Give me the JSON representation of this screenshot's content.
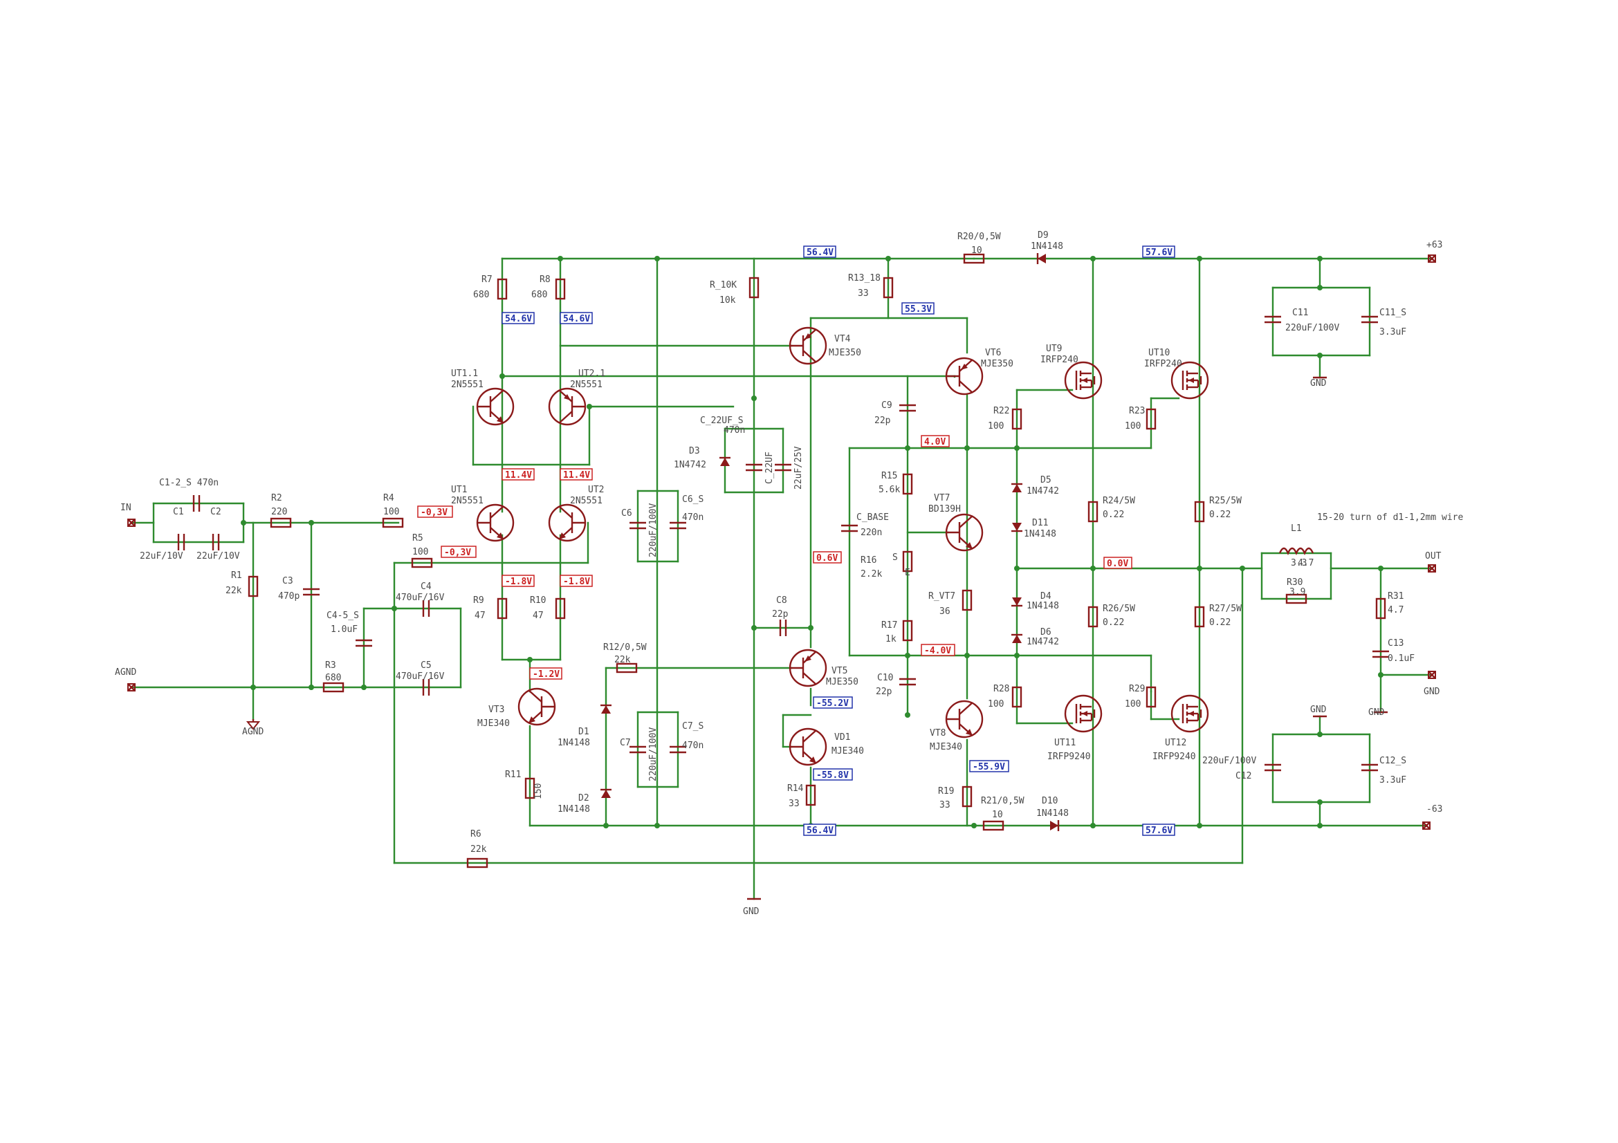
{
  "ports": {
    "in": "IN",
    "agnd": "AGND",
    "out": "OUT",
    "vpos": "+63",
    "vneg": "-63",
    "gnd_center": "GND",
    "gnd_c11": "GND",
    "gnd_c12": "GND",
    "gnd_out1": "GND",
    "gnd_out2": "GND"
  },
  "note": "15-20 turn of d1-1,2mm wire",
  "components": {
    "c1_2_s": "C1-2_S 470n",
    "c1": "C1",
    "c2": "C2",
    "c1v": "22uF/10V",
    "c2v": "22uF/10V",
    "r2": "R2",
    "r2v": "220",
    "r1": "R1",
    "r1v": "22k",
    "c3": "C3",
    "c3v": "470p",
    "r4": "R4",
    "r4v": "100",
    "r5": "R5",
    "r5v": "100",
    "r3": "R3",
    "r3v": "680",
    "c4_5_s": "C4-5_S",
    "c4_5_sv": "1.0uF",
    "c4": "C4",
    "c4v": "470uF/16V",
    "c5": "C5",
    "c5v": "470uF/16V",
    "r7": "R7",
    "r7v": "680",
    "r8": "R8",
    "r8v": "680",
    "ut1_1": "UT1.1",
    "ut1_1v": "2N5551",
    "ut2_1": "UT2.1",
    "ut2_1v": "2N5551",
    "ut1": "UT1",
    "ut1v": "2N5551",
    "ut2": "UT2",
    "ut2v": "2N5551",
    "r9": "R9",
    "r9v": "47",
    "r10": "R10",
    "r10v": "47",
    "vt3": "VT3",
    "vt3v": "MJE340",
    "r11": "R11",
    "r11v": "150",
    "r6": "R6",
    "r6v": "22k",
    "c6": "C6",
    "c6v": "220uF/100V",
    "c6_s": "C6_S",
    "c6_sv": "470n",
    "c7": "C7",
    "c7v": "220uF/100V",
    "c7_s": "C7_S",
    "c7_sv": "470n",
    "d1": "D1",
    "d1v": "1N4148",
    "d2": "D2",
    "d2v": "1N4148",
    "r12": "R12/0,5W",
    "r12v": "22k",
    "r_10k": "R_10K",
    "r_10kv": "10k",
    "c_22uf_s": "C_22UF_S",
    "c_22uf_sv": "470n",
    "d3": "D3",
    "d3v": "1N4742",
    "c_22uf": "C_22UF",
    "c_22ufv": "22uF/25V",
    "c8": "C8",
    "c8v": "22p",
    "vt4": "VT4",
    "vt4v": "MJE350",
    "vt5": "VT5",
    "vt5v": "MJE350",
    "vd1": "VD1",
    "vd1v": "MJE340",
    "r14": "R14",
    "r14v": "33",
    "r13": "R13_18",
    "r13v": "33",
    "vt6": "VT6",
    "vt6v": "MJE350",
    "vt8": "VT8",
    "vt8v": "MJE340",
    "c9": "C9",
    "c9v": "22p",
    "c10": "C10",
    "c10v": "22p",
    "r15": "R15",
    "r15v": "5.6k",
    "r16": "R16",
    "r16v": "2.2k",
    "r16s": "S",
    "r16e": "E",
    "c_base": "C_BASE",
    "c_basev": "220n",
    "r17": "R17",
    "r17v": "1k",
    "vt7": "VT7",
    "vt7v": "BD139H",
    "r_vt7": "R_VT7",
    "r_vt7v": "36",
    "r19": "R19",
    "r19v": "33",
    "r20": "R20/0,5W",
    "r20v": "10",
    "d9": "D9",
    "d9v": "1N4148",
    "r21": "R21/0,5W",
    "r21v": "10",
    "d10": "D10",
    "d10v": "1N4148",
    "ut9": "UT9",
    "ut9v": "IRFP240",
    "ut10": "UT10",
    "ut10v": "IRFP240",
    "ut11": "UT11",
    "ut11v": "IRFP9240",
    "ut12": "UT12",
    "ut12v": "IRFP9240",
    "r22": "R22",
    "r22v": "100",
    "r23": "R23",
    "r23v": "100",
    "r28": "R28",
    "r28v": "100",
    "r29": "R29",
    "r29v": "100",
    "d5": "D5",
    "d5v": "1N4742",
    "d11": "D11",
    "d11v": "1N4148",
    "d4": "D4",
    "d4v": "1N4148",
    "d6": "D6",
    "d6v": "1N4742",
    "r24": "R24/5W",
    "r24v": "0.22",
    "r25": "R25/5W",
    "r25v": "0.22",
    "r26": "R26/5W",
    "r26v": "0.22",
    "r27": "R27/5W",
    "r27v": "0.22",
    "c11": "C11",
    "c11v": "220uF/100V",
    "c11_s": "C11_S",
    "c11_sv": "3.3uF",
    "c12": "C12",
    "c12v": "220uF/100V",
    "c12_s": "C12_S",
    "c12_sv": "3.3uF",
    "l1": "L1",
    "l1v": "3.3",
    "l1x": "4.7",
    "r30": "R30",
    "r30v": "3.9",
    "r31": "R31",
    "r31v": "4.7",
    "c13": "C13",
    "c13v": "0.1uF"
  },
  "voltages": {
    "v_top_left": "56.4V",
    "v_top_right": "57.6V",
    "v_r7": "54.6V",
    "v_r8": "54.6V",
    "v_ut1c": "11.4V",
    "v_ut2c": "11.4V",
    "v_in": "-0,3V",
    "v_fb": "-0,3V",
    "v_r9": "-1.8V",
    "v_r10": "-1.8V",
    "v_vt3": "-1.2V",
    "v_r13": "55.3V",
    "v_p4": "4.0V",
    "v_n4": "-4.0V",
    "v_06": "0.6V",
    "v_out": "0.0V",
    "v_552": "-55.2V",
    "v_558": "-55.8V",
    "v_559": "-55.9V",
    "v_bot_left": "56.4V",
    "v_bot_right": "57.6V"
  }
}
